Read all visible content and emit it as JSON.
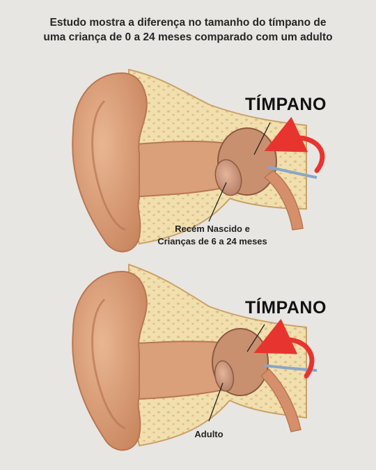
{
  "header": {
    "line1": "Estudo mostra a diferença no tamanho do tímpano de",
    "line2": "uma criança de 0 a 24 meses comparado com um adulto"
  },
  "panels": [
    {
      "eardrum_label": "TÍMPANO",
      "caption_line1": "Recém Nascido e",
      "caption_line2": "Crianças de 6 a 24 meses"
    },
    {
      "eardrum_label": "TÍMPANO",
      "caption_line1": "Adulto"
    }
  ],
  "colors": {
    "background": "#e8e6e2",
    "skin": "#d9a07a",
    "skin_dark": "#b97652",
    "bone": "#f1dfae",
    "bone_edge": "#c9a26a",
    "arrow": "#e8342f"
  }
}
